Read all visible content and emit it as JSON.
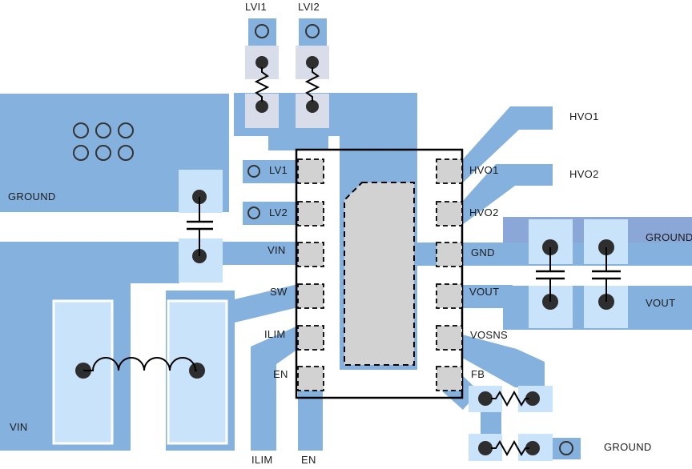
{
  "diagram": {
    "kind": "pcb-layout-example",
    "top_connectors": {
      "lvi1": "LVI1",
      "lvi2": "LVI2"
    },
    "planes": {
      "ground_left": "GROUND",
      "vin_region": "VIN",
      "ground_right": "GROUND",
      "vout_right": "VOUT",
      "ground_bottom_right": "GROUND"
    },
    "ic": {
      "pins_left": [
        "LV1",
        "LV2",
        "VIN",
        "SW",
        "ILIM",
        "EN"
      ],
      "pins_right": [
        "HVO1",
        "HVO2",
        "GND",
        "VOUT",
        "VOSNS",
        "FB"
      ]
    },
    "output_traces": {
      "hvo1": "HVO1",
      "hvo2": "HVO2"
    },
    "bottom_traces": {
      "ilim": "ILIM",
      "en": "EN"
    }
  },
  "colors": {
    "copper": "#84b1de",
    "slate": "#8ba7d8",
    "pad_light": "#c9e3fa",
    "pad_lavender": "#d9dde9",
    "ic_gray": "#d2d2d2",
    "via_dark": "#2e2e2e",
    "outline": "#000000",
    "background": "#ffffff"
  }
}
